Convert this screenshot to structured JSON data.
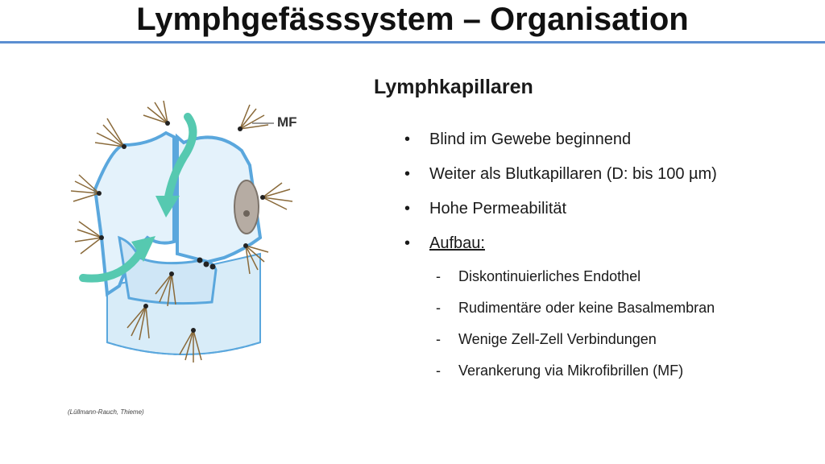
{
  "slide": {
    "title": "Lymphgefässsystem – Organisation",
    "subtitle": "Lymphkapillaren",
    "bullets": [
      "Blind im Gewebe beginnend",
      "Weiter als Blutkapillaren (D: bis 100 µm)",
      "Hohe Permeabilität",
      "Aufbau:"
    ],
    "sub_bullets": [
      "Diskontinuierliches Endothel",
      "Rudimentäre oder keine Basalmembran",
      "Wenige Zell-Zell Verbindungen",
      "Verankerung via Mikrofibrillen (MF)"
    ],
    "figure_label": "MF",
    "credit": "(Lüllmann-Rauch, Thieme)"
  },
  "colors": {
    "accent_rule": "#5b8fd1",
    "vessel_fill": "#d8ecf8",
    "vessel_stroke": "#5aa7dd",
    "arrow": "#56c9b0",
    "fibril": "#8a6a3a"
  }
}
